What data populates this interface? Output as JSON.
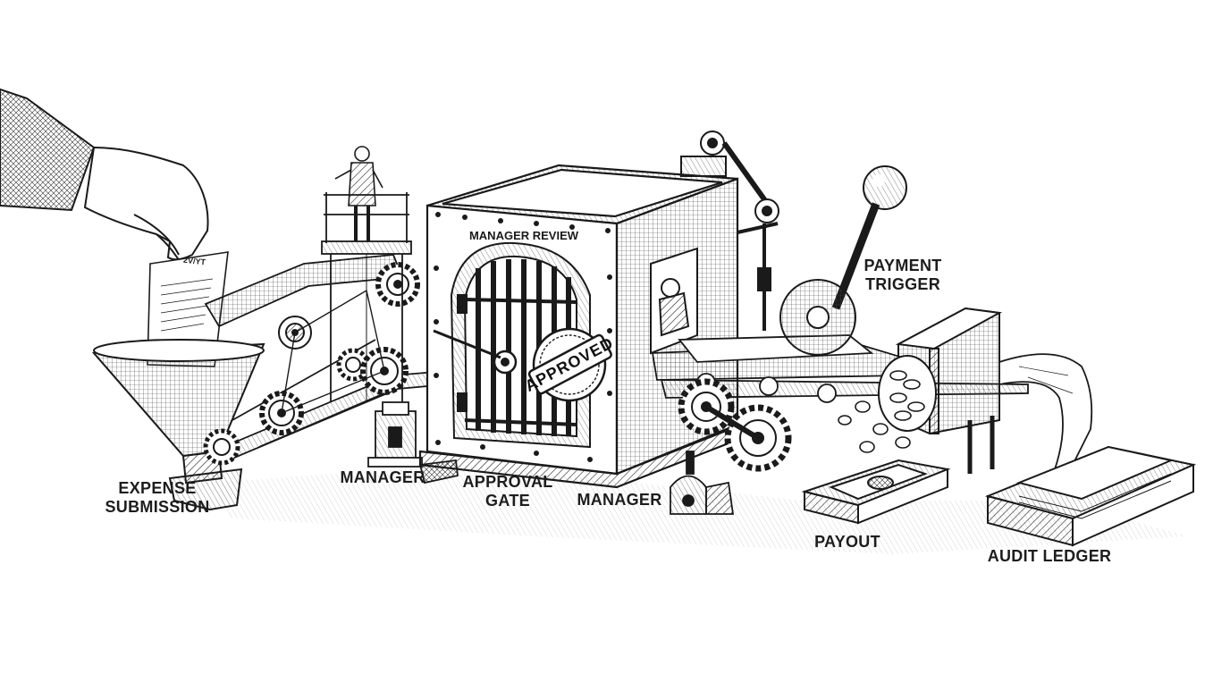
{
  "labels": {
    "expense_submission": [
      "EXPENSE",
      "SUBMISSION"
    ],
    "manager_left": "MANAGER",
    "approval_gate": [
      "APPROVAL",
      "GATE"
    ],
    "manager_right": "MANAGER",
    "manager_review": "MANAGER REVIEW",
    "payment_trigger": [
      "PAYMENT",
      "TRIGGER"
    ],
    "payout": "PAYOUT",
    "audit_ledger": "AUDIT LEDGER"
  },
  "stamp_text": "APPROVED",
  "receipt_text": "2V/YT",
  "style": {
    "ink": "#1a1a1a",
    "paper": "#ffffff"
  }
}
